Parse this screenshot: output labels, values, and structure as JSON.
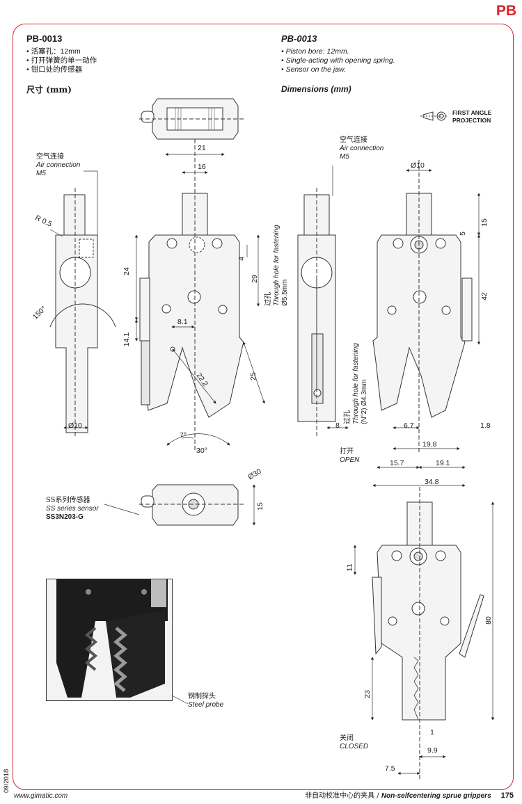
{
  "header": {
    "badge": "PB"
  },
  "left": {
    "title": "PB-0013",
    "bullets": [
      "活塞孔：12mm",
      "打开弹簧的单一动作",
      "钳口处的传感器"
    ],
    "dimensions_heading": "尺寸 (mm)"
  },
  "right": {
    "title": "PB-0013",
    "bullets": [
      "Piston bore: 12mm.",
      "Single-acting with opening spring.",
      "Sensor on the jaw."
    ],
    "dimensions_heading": "Dimensions (mm)"
  },
  "projection": {
    "line1": "FIRST ANGLE",
    "line2": "PROJECTION"
  },
  "labels": {
    "air_zh": "空气连接",
    "air_en": "Air connection",
    "air_m5": "M5",
    "hole_zh": "过孔",
    "hole_en": "Through hole for fastening",
    "hole_d55": "Ø5.5mm",
    "hole_n2": "(N°2)  Ø4.3mm",
    "sensor_zh": "SS系列传感器",
    "sensor_en": "SS series sensor",
    "sensor_model": "SS3N203-G",
    "open_zh": "打开",
    "open_en": "OPEN",
    "closed_zh": "关闭",
    "closed_en": "CLOSED",
    "probe_zh": "钢制探头",
    "probe_en": "Steel probe"
  },
  "dims": {
    "d21": "21",
    "d16": "16",
    "r05": "R 0.5",
    "d24": "24",
    "d29": "29",
    "d4": "4",
    "a150": "150°",
    "d141": "14.1",
    "d81": "8.1",
    "d222": "22.2",
    "d25": "25",
    "a7": "7°",
    "a30": "30°",
    "phi10a": "Ø10",
    "phi30": "Ø30",
    "d15a": "15",
    "d8": "8",
    "phi10b": "Ø10",
    "d15b": "15",
    "d5": "5",
    "d42": "42",
    "d67": "6.7",
    "d18": "1.8",
    "d198": "19.8",
    "d157": "15.7",
    "d191": "19.1",
    "d348": "34.8",
    "d11": "11",
    "d80": "80",
    "d23": "23",
    "d1": "1",
    "d99": "9.9",
    "d75": "7.5",
    "eq": "="
  },
  "footer": {
    "website": "www.gimatic.com",
    "section_zh": "非自动校准中心的夹具 / ",
    "section_en": "Non-selfcentering sprue grippers",
    "page": "175",
    "date": "09/2018"
  }
}
